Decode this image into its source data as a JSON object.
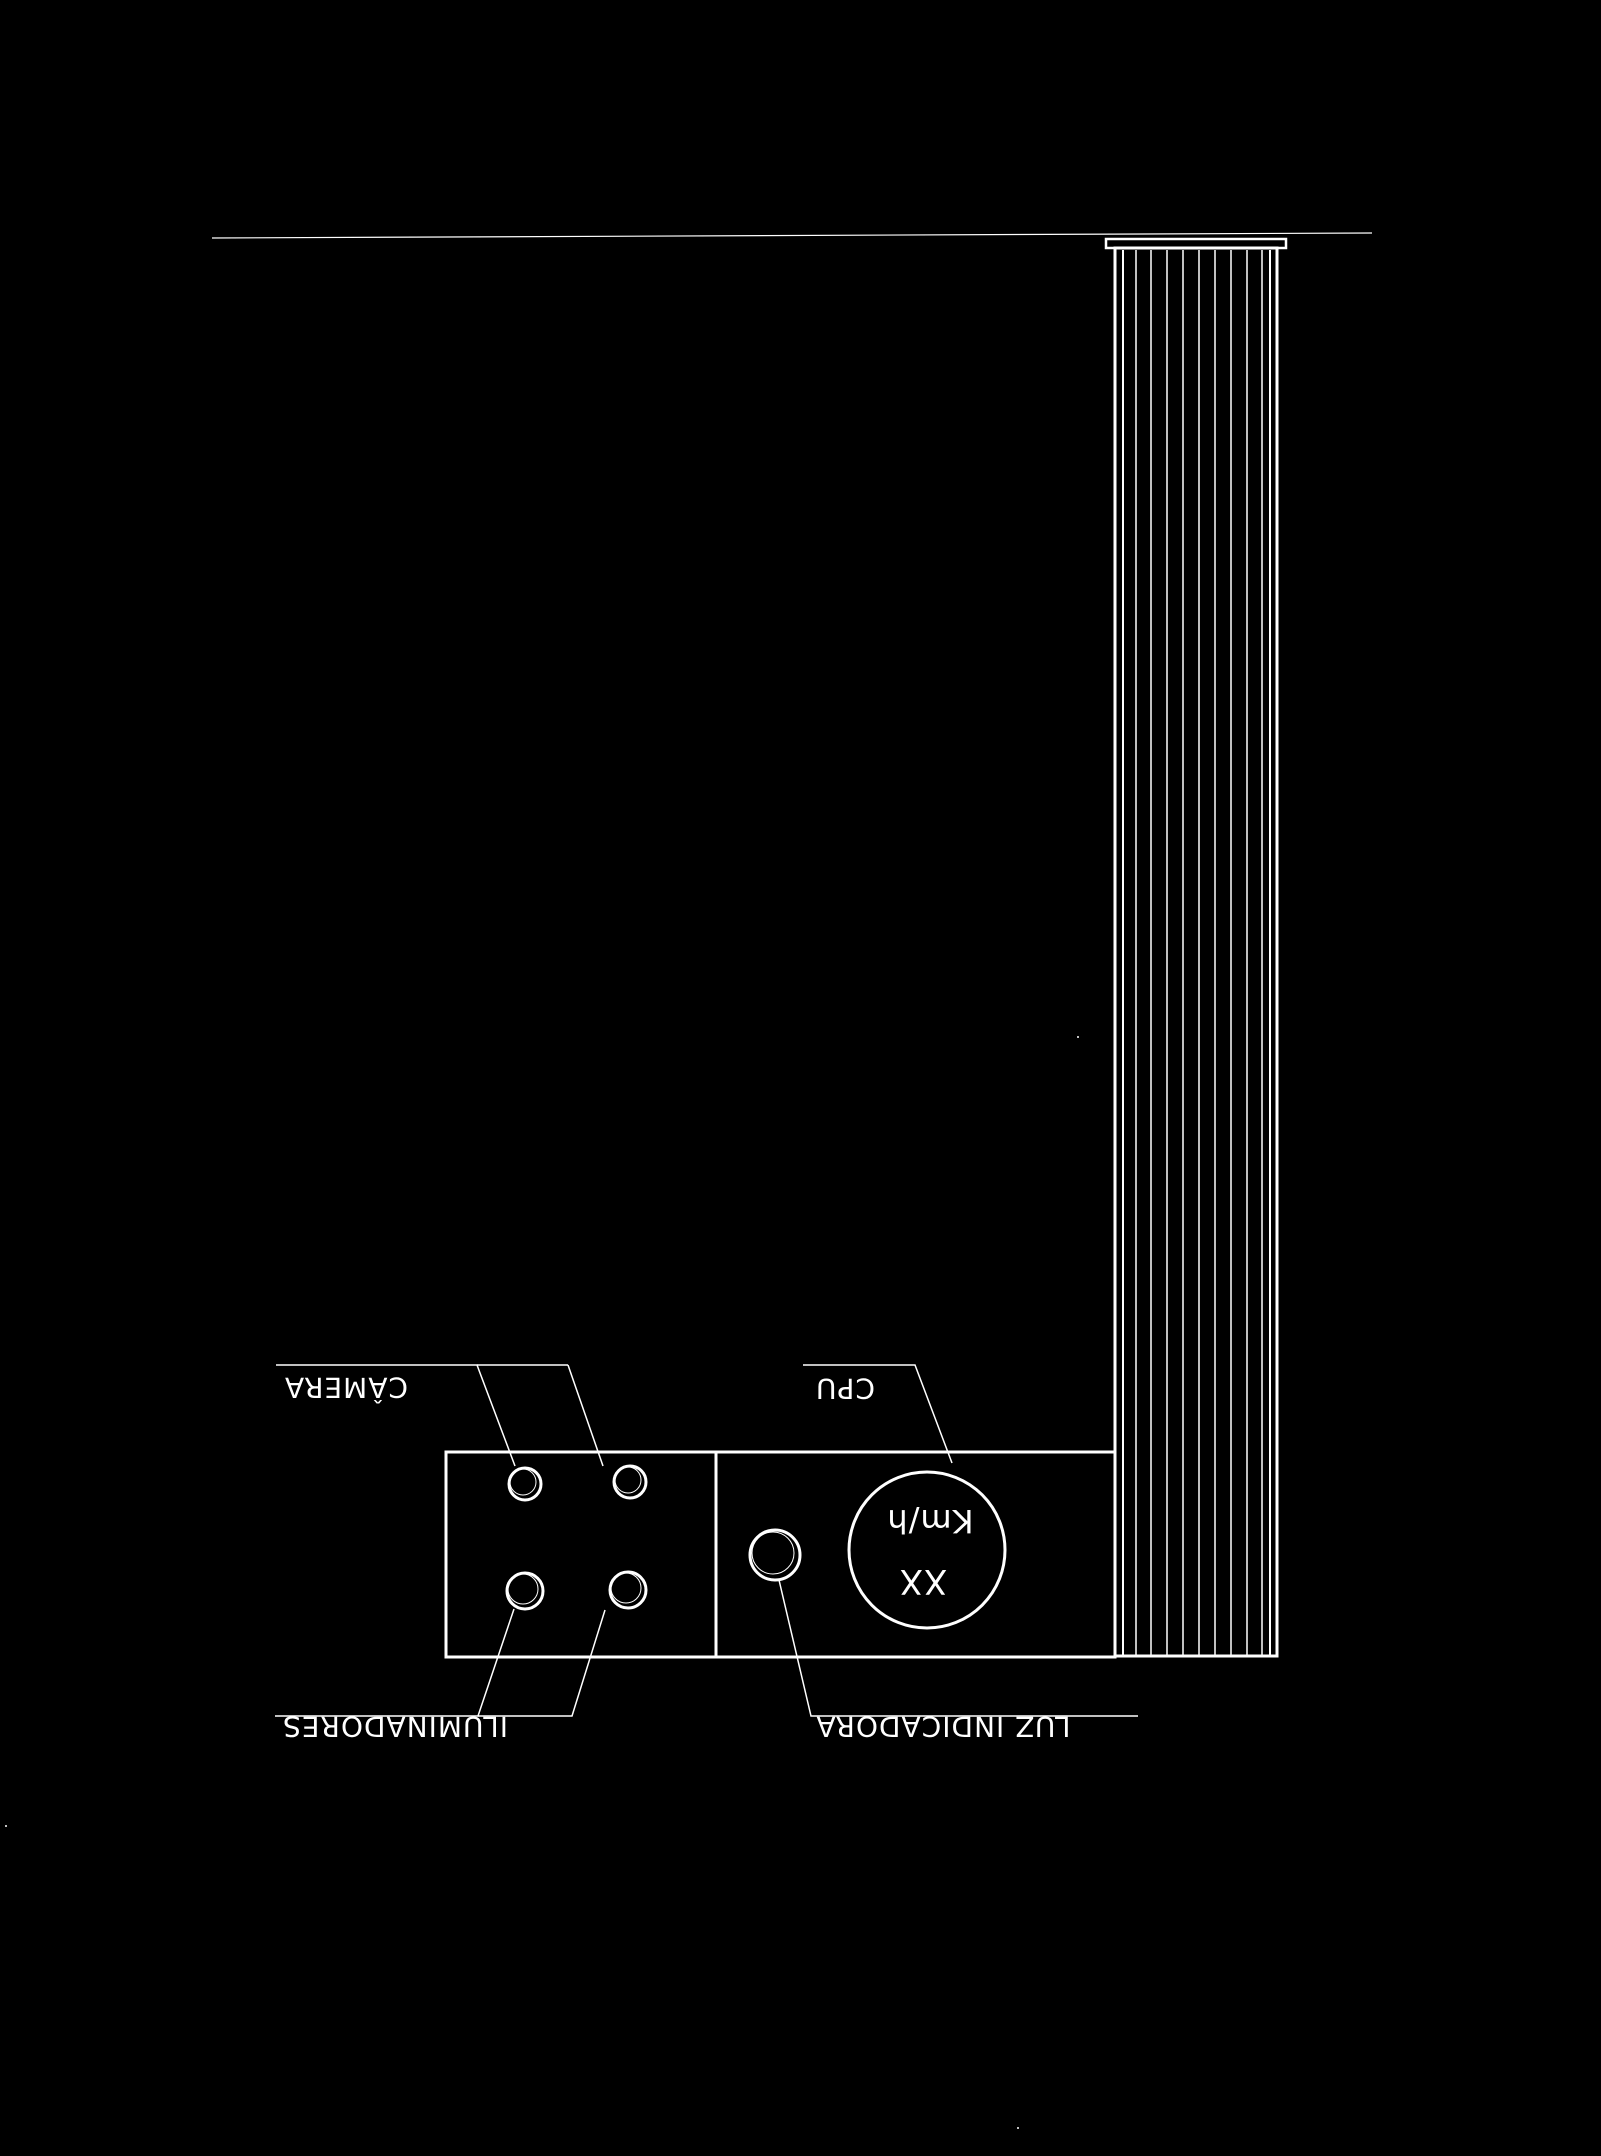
{
  "labels": {
    "camera": "CÂMERA",
    "cpu": "CPU",
    "illuminators": "ILUMINADORES",
    "indicator_light": "LUZ INDICADORA",
    "display_value": "XX",
    "display_unit": "Km/h"
  },
  "colors": {
    "background": "#000000",
    "line": "#ffffff"
  }
}
